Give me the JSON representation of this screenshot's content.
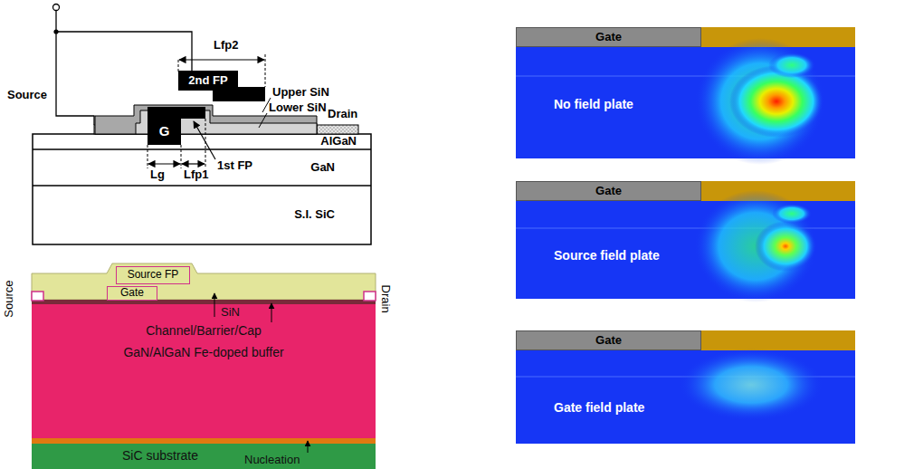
{
  "diagram": {
    "nodes": [
      {
        "text": [
          "2nd FP"
        ]
      },
      {
        "text": [
          "G"
        ]
      },
      {
        "text": [
          "AlGaN"
        ]
      },
      {
        "text": [
          "GaN"
        ]
      },
      {
        "text": [
          "S.I. SiC"
        ]
      },
      {
        "text": [
          "Source FP"
        ]
      },
      {
        "text": [
          "Gate"
        ]
      },
      {
        "text": [
          "GaN/AlGaN Fe-doped buffer"
        ]
      },
      {
        "text": [
          "SiC substrate"
        ]
      },
      {
        "text": [
          "No field plate"
        ]
      },
      {
        "text": [
          "Gate"
        ],
        "in": 9
      },
      {
        "text": [
          "Source field plate"
        ]
      },
      {
        "text": [
          "Gate"
        ],
        "in": 11
      },
      {
        "text": [
          "Gate field plate"
        ]
      },
      {
        "text": [
          "Gate"
        ],
        "in": 13
      }
    ],
    "labels": [
      "Source",
      "Lfp2",
      "Upper SiN",
      "Lower SiN",
      "Drain",
      "Lg",
      "Lfp1",
      "1st FP",
      "Source",
      "Drain",
      "SiN",
      "Channel/Barrier/Cap",
      "Nucleation"
    ]
  }
}
